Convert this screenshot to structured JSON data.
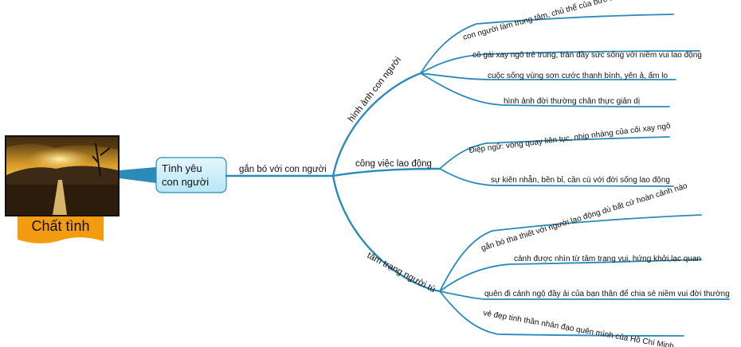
{
  "central": {
    "label": "Chất tình",
    "image_icon": "sunset-road-photo"
  },
  "root": {
    "label_line1": "Tình yêu",
    "label_line2": "con người",
    "connector_label": "gắn bó với con người"
  },
  "branches": [
    {
      "label": "hình ảnh con người",
      "children": [
        "con người làm trung tâm, chủ thể của bức tranh thiên nhiên",
        "cô gái xay ngô trẻ trung, tràn đầy sức sống với niềm vui lao động",
        "cuộc sống vùng sơn cước thanh bình, yên ả, ấm lo",
        "hình ảnh đời thường chân thực giản dị"
      ]
    },
    {
      "label": "công việc lao động",
      "children": [
        "Điệp ngữ: vòng quay liên tục, nhịp nhàng của cối xay ngô",
        "sự kiên nhẫn, bền bỉ, cần cù với đời sống lao động"
      ]
    },
    {
      "label": "tâm trạng người tù",
      "children": [
        "gắn bó tha thiết với người lao động dù bất cứ hoàn cảnh nào",
        "cảnh được nhìn từ tâm trạng vui, hứng khởi,lạc quan",
        "quên đi cảnh ngộ đầy ải của bạn thân để chia sẻ niềm vui đời thường",
        "vẻ đẹp tinh thần nhân đạo quên mình của Hồ Chí Minh"
      ]
    }
  ],
  "colors": {
    "branch_line": "#2a8ab8",
    "root_fill": "#c6ecf8",
    "root_border": "#2a8ab8",
    "central_banner": "#f39c0f"
  }
}
